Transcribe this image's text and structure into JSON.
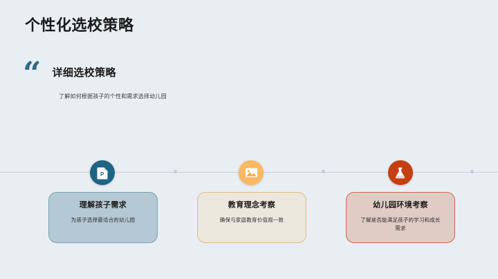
{
  "slide": {
    "title": "个性化选校策略",
    "background_color": "#e9eef3"
  },
  "quote": {
    "mark": "“",
    "heading": "详细选校策略",
    "subtitle": "了解如何根据孩子的个性和需求选择幼儿园",
    "accent_color": "#2e6b85"
  },
  "timeline": {
    "nodes": [
      {
        "icon": "document-p-icon",
        "circle_color": "#1e6585"
      },
      {
        "icon": "image-picture-icon",
        "circle_color": "#fbb862"
      },
      {
        "icon": "flask-icon",
        "circle_color": "#c63f11"
      }
    ]
  },
  "cards": [
    {
      "title": "理解孩子需求",
      "desc": "为孩子选择最适合的幼儿园",
      "bg_color": "#b4c9d5",
      "border_color": "#7ba2b5"
    },
    {
      "title": "教育理念考察",
      "desc": "确保与家庭教育价值观一致",
      "bg_color": "#ece7dd",
      "border_color": "#e8b97a"
    },
    {
      "title": "幼儿园环境考察",
      "desc": "了解是否能满足孩子的学习和成长需求",
      "bg_color": "#e0cbc5",
      "border_color": "#c96a4a"
    }
  ]
}
